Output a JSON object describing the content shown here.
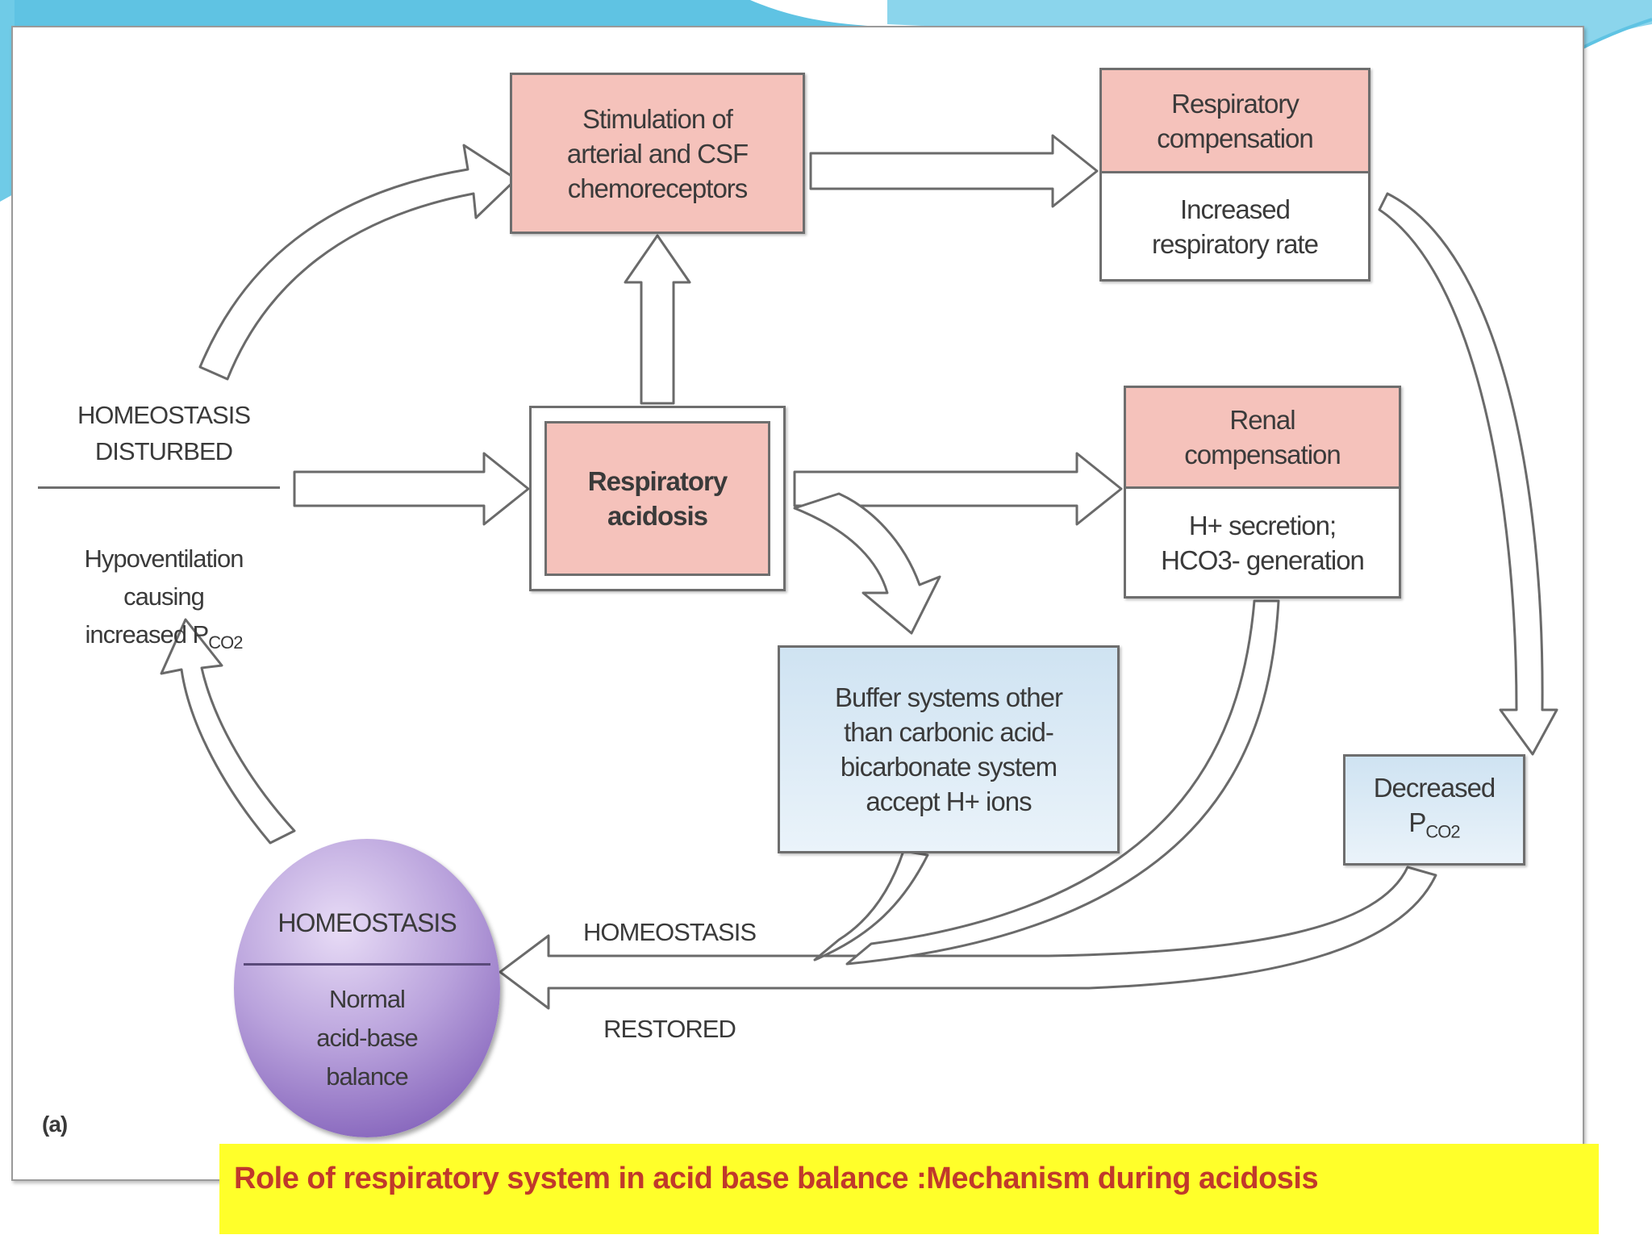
{
  "diagram": {
    "stimulation_box": "Stimulation of\narterial and CSF\nchemoreceptors",
    "respiratory_compensation": {
      "title": "Respiratory\ncompensation",
      "detail": "Increased\nrespiratory rate"
    },
    "homeostasis_disturbed": {
      "title": "HOMEOSTASIS\nDISTURBED",
      "detail_main": "Hypoventilation\ncausing\nincreased P",
      "detail_sub": "CO2"
    },
    "respiratory_acidosis": "Respiratory\nacidosis",
    "renal_compensation": {
      "title": "Renal\ncompensation",
      "detail_line1": "H+ secretion;",
      "detail_line2": "HCO3- generation"
    },
    "buffer_box": "Buffer systems other\nthan carbonic acid-\nbicarbonate system\naccept H+ ions",
    "decreased_pco2": {
      "line1": "Decreased",
      "line2_main": "P",
      "line2_sub": "CO2"
    },
    "homeostasis_sphere": {
      "title": "HOMEOSTASIS",
      "detail": "Normal\nacid-base\nbalance"
    },
    "restored_arrow": {
      "top_label": "HOMEOSTASIS",
      "bottom_label": "RESTORED"
    },
    "panel_label": "(a)"
  },
  "caption": "Role of respiratory system  in acid base balance :Mechanism  during acidosis",
  "colors": {
    "pink": "#f5c2bb",
    "blue": "#d5e7f4",
    "sphere": "#9b7fcb",
    "caption_bg": "#ffff2a",
    "caption_text": "#c0392b",
    "slide_accent": "#5fc3e3"
  }
}
